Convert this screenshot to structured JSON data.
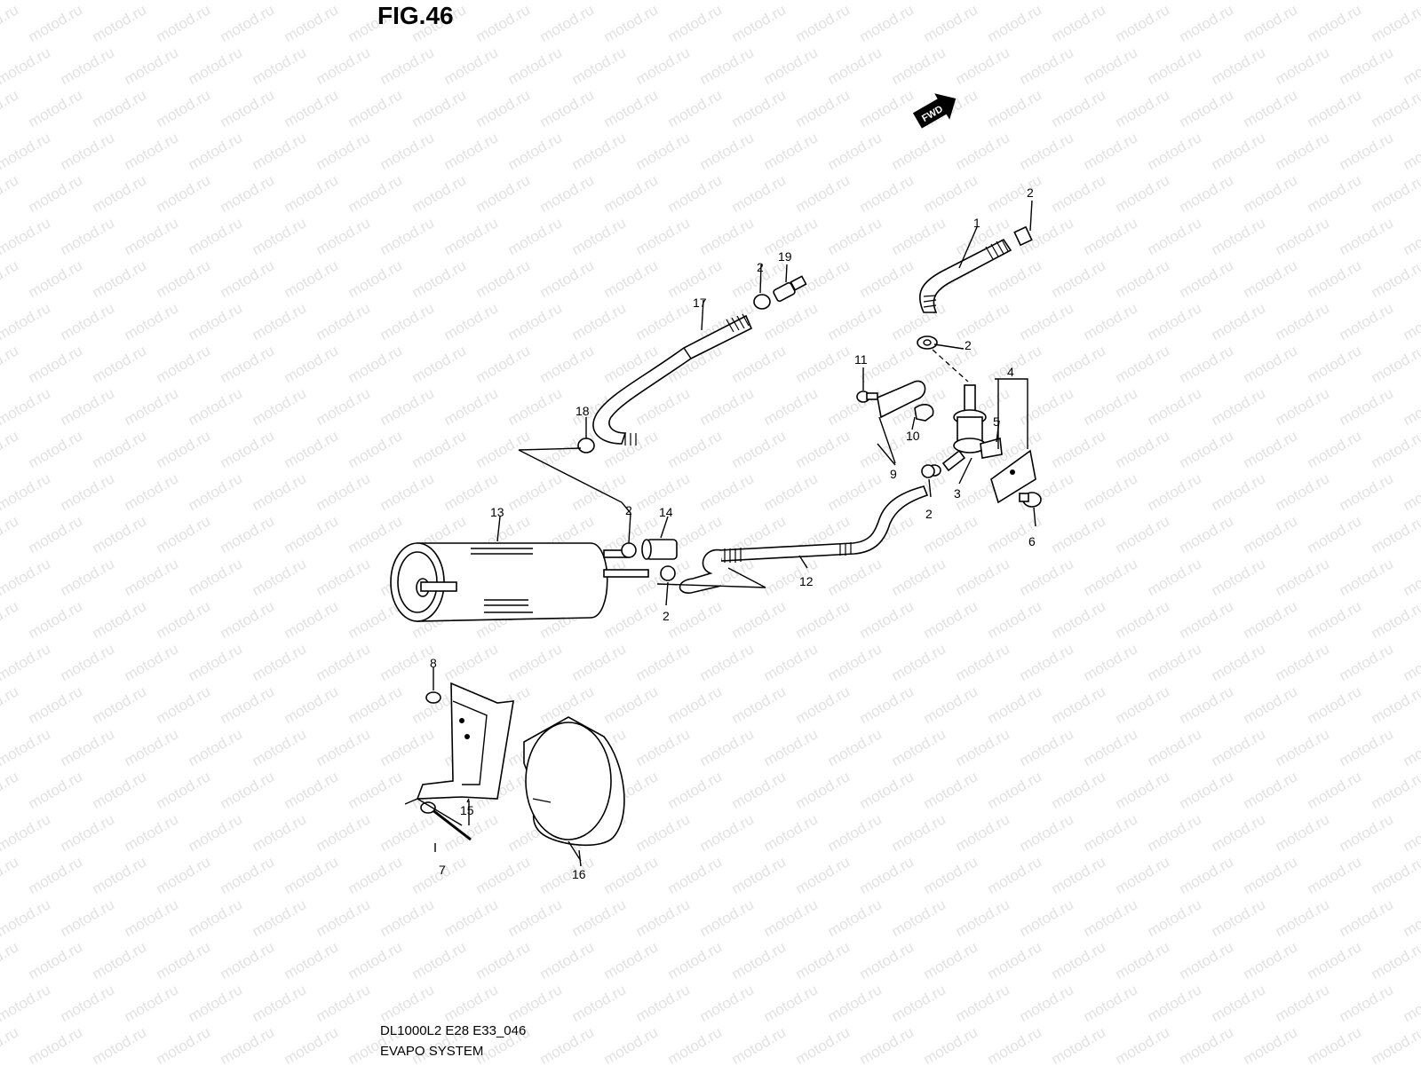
{
  "figure": {
    "title": "FIG.46",
    "code": "DL1000L2 E28 E33_046",
    "name": "EVAPO SYSTEM"
  },
  "watermark": {
    "text": "motod.ru"
  },
  "fwd_arrow": {
    "label": "FWD"
  },
  "callouts": [
    {
      "id": "c1",
      "label": "1"
    },
    {
      "id": "c2a",
      "label": "2"
    },
    {
      "id": "c2b",
      "label": "2"
    },
    {
      "id": "c2c",
      "label": "2"
    },
    {
      "id": "c2d",
      "label": "2"
    },
    {
      "id": "c2e",
      "label": "2"
    },
    {
      "id": "c2f",
      "label": "2"
    },
    {
      "id": "c3",
      "label": "3"
    },
    {
      "id": "c4",
      "label": "4"
    },
    {
      "id": "c5",
      "label": "5"
    },
    {
      "id": "c6",
      "label": "6"
    },
    {
      "id": "c7",
      "label": "7"
    },
    {
      "id": "c8",
      "label": "8"
    },
    {
      "id": "c9",
      "label": "9"
    },
    {
      "id": "c10",
      "label": "10"
    },
    {
      "id": "c11",
      "label": "11"
    },
    {
      "id": "c12",
      "label": "12"
    },
    {
      "id": "c13",
      "label": "13"
    },
    {
      "id": "c14",
      "label": "14"
    },
    {
      "id": "c15",
      "label": "15"
    },
    {
      "id": "c16",
      "label": "16"
    },
    {
      "id": "c17",
      "label": "17"
    },
    {
      "id": "c18",
      "label": "18"
    },
    {
      "id": "c19",
      "label": "19"
    }
  ]
}
